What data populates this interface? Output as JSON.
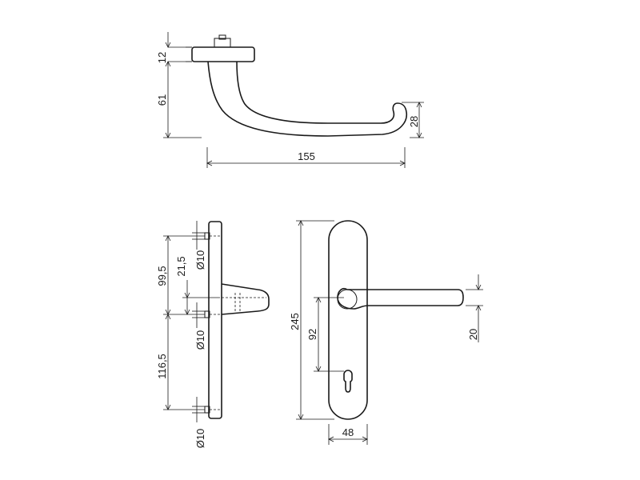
{
  "drawing": {
    "top_view": {
      "dims": {
        "rose_height": "12",
        "lever_drop": "61",
        "grip_height": "28",
        "lever_length": "155"
      }
    },
    "side_view": {
      "dims": {
        "hole_top": "Ø10",
        "hole_mid": "Ø10",
        "hole_bottom": "Ø10",
        "hole_spacing_upper": "21,5",
        "upper_span": "99,5",
        "lower_span": "116,5"
      }
    },
    "front_view": {
      "dims": {
        "plate_height": "245",
        "center_distance": "92",
        "lever_width": "20",
        "plate_width": "48"
      }
    }
  }
}
